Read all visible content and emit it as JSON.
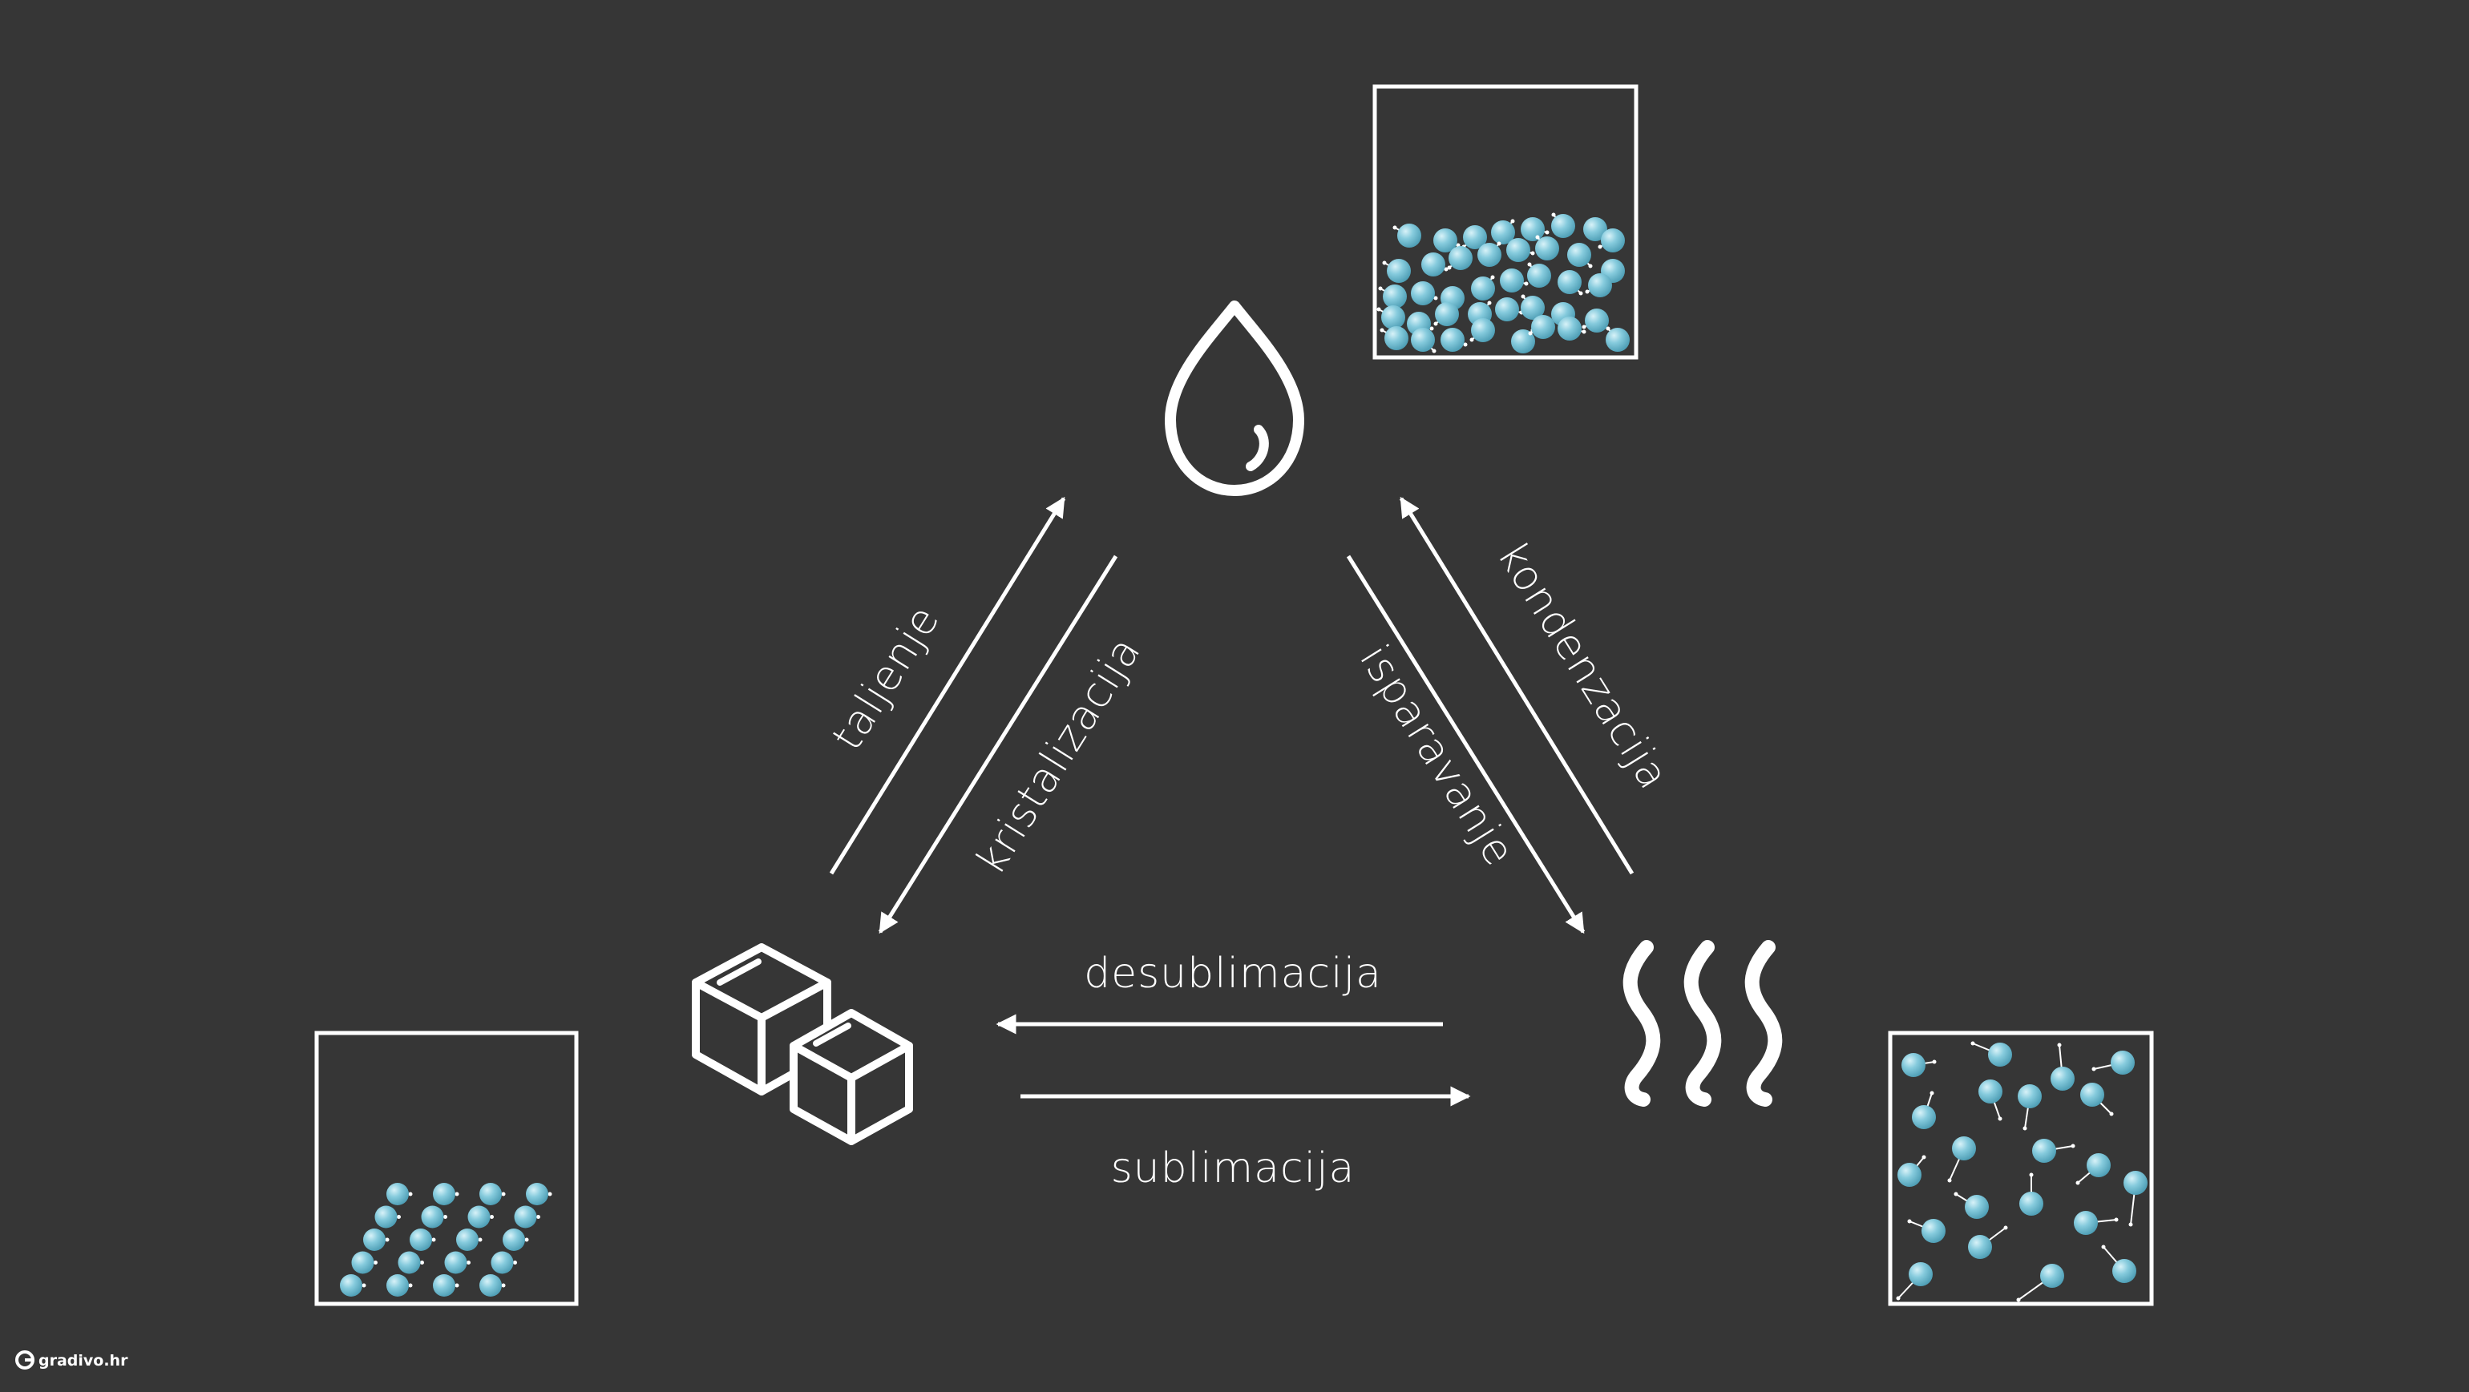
{
  "colors": {
    "background": "#363636",
    "stroke": "#ffffff",
    "particle": "#7fc6d9",
    "particle_light": "#bfe6ef"
  },
  "transitions": {
    "melting": "taljenje",
    "crystallization": "kristalizacija",
    "evaporation": "isparavanje",
    "condensation": "kondenzacija",
    "deposition": "desublimacija",
    "sublimation": "sublimacija"
  },
  "icons": {
    "liquid": "water-drop-icon",
    "solid": "ice-cubes-icon",
    "gas": "vapor-waves-icon"
  },
  "footer": {
    "brand": "gradivo.hr"
  }
}
